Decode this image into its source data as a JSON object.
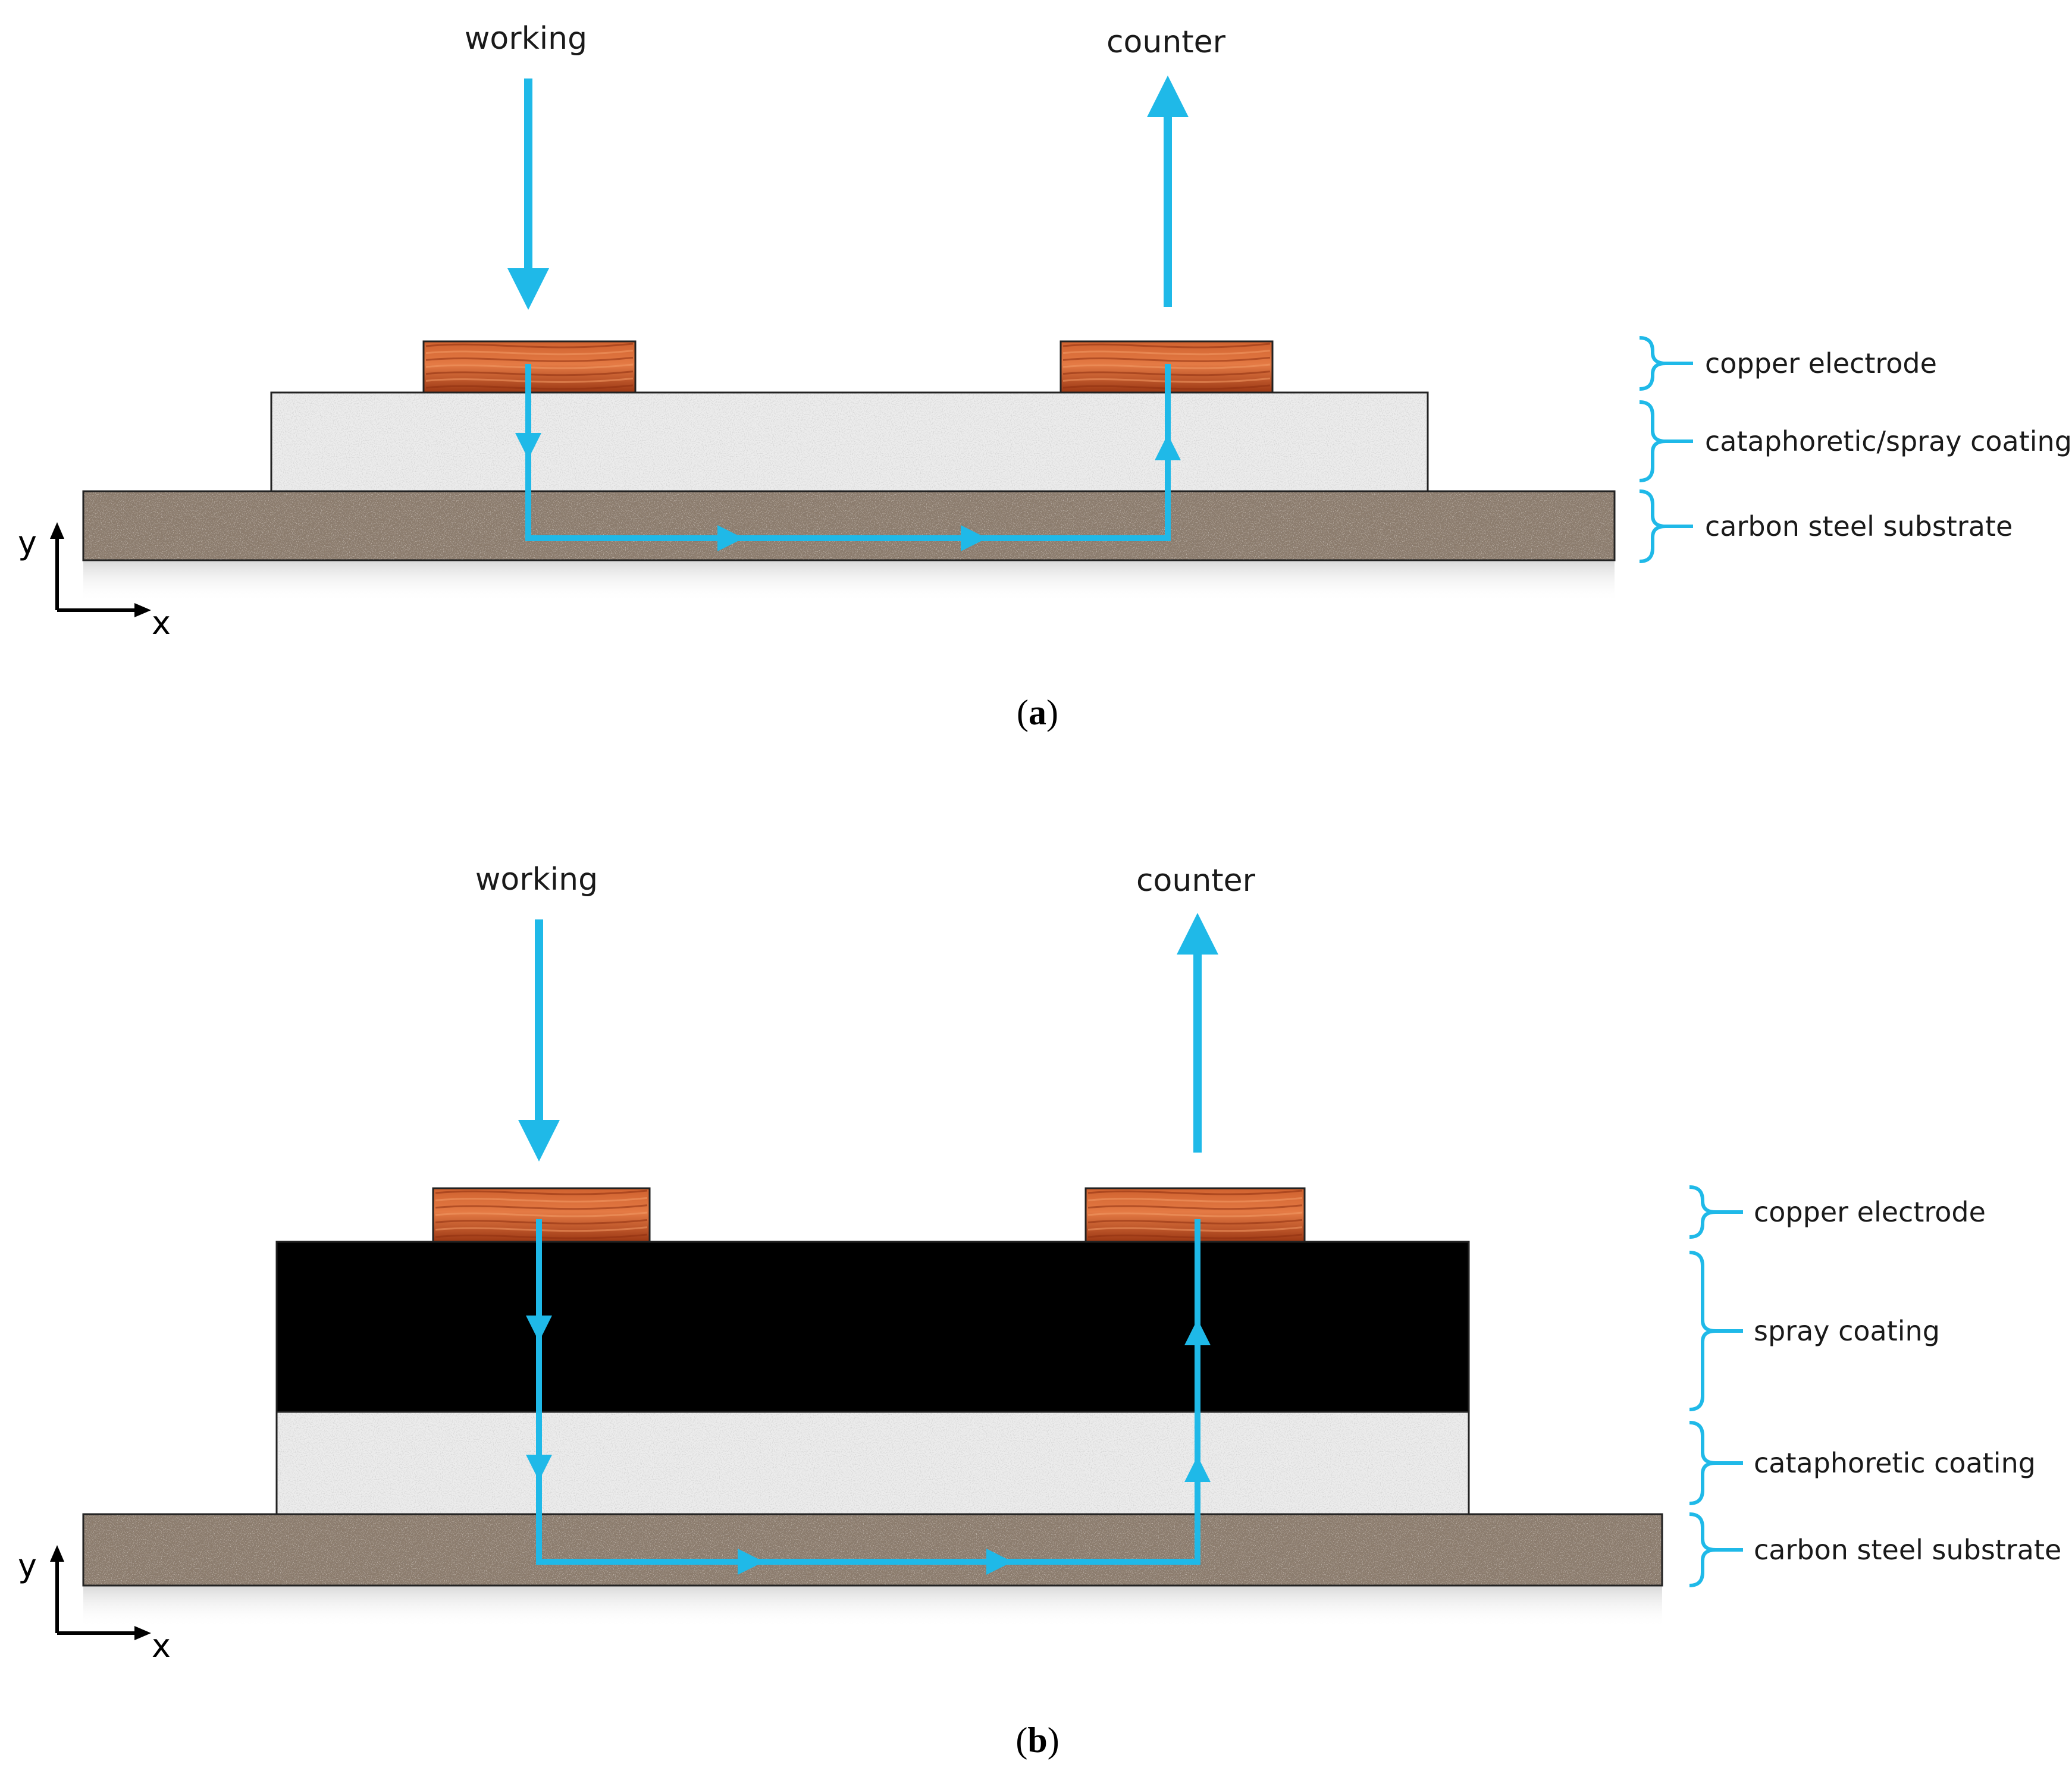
{
  "colors": {
    "flow": "#1fb9e8",
    "copper_dark": "#a8401a",
    "copper_light": "#e47a44",
    "coating_light": "#ececec",
    "spray_coating": "#000000",
    "substrate": "#8c7c6c"
  },
  "panel_a": {
    "working_label": "working",
    "counter_label": "counter",
    "layers": [
      "copper electrode",
      "cataphoretic/spray coating",
      "carbon steel substrate"
    ],
    "axis_y": "y",
    "axis_x": "x",
    "caption_open": "(",
    "caption_letter": "a",
    "caption_close": ")"
  },
  "panel_b": {
    "working_label": "working",
    "counter_label": "counter",
    "layers": [
      "copper electrode",
      "spray coating",
      "cataphoretic coating",
      "carbon steel substrate"
    ],
    "axis_y": "y",
    "axis_x": "x",
    "caption_open": "(",
    "caption_letter": "b",
    "caption_close": ")"
  }
}
